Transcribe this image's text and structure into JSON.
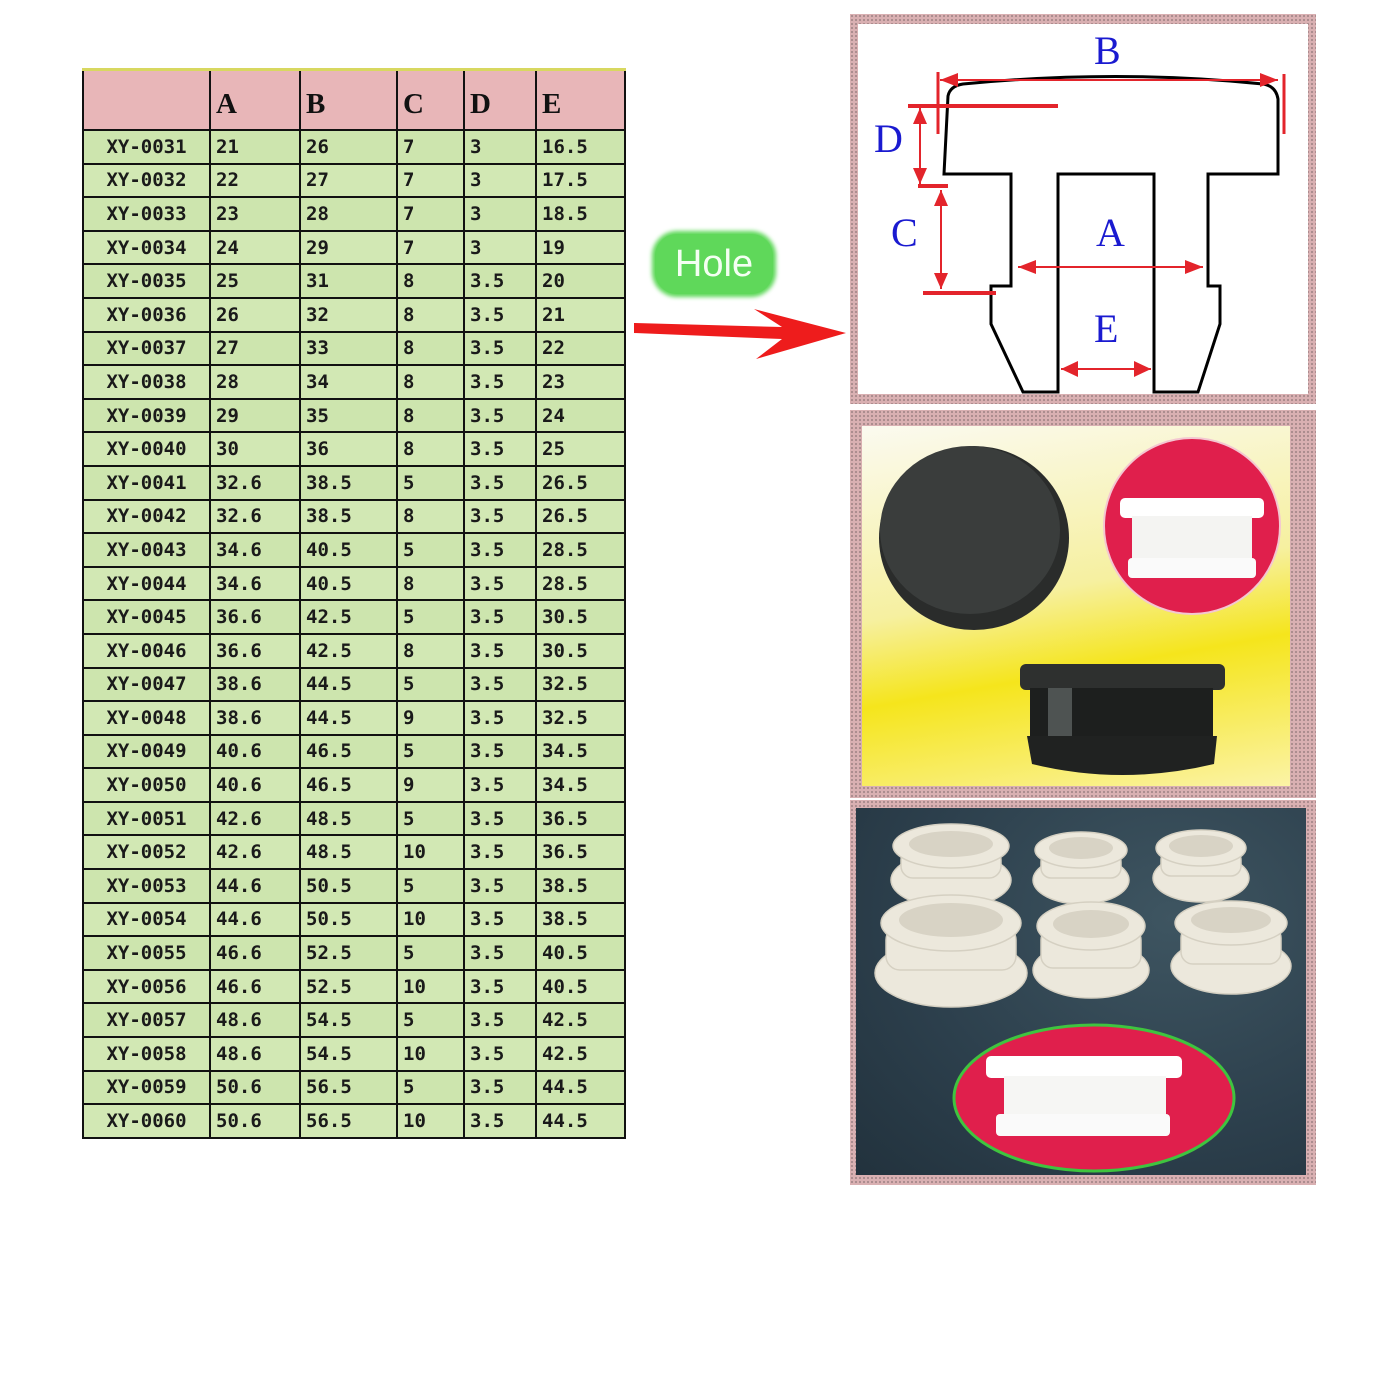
{
  "table": {
    "headers": [
      "",
      "A",
      "B",
      "C",
      "D",
      "E"
    ],
    "rows": [
      [
        "XY-0031",
        "21",
        "26",
        "7",
        "3",
        "16.5"
      ],
      [
        "XY-0032",
        "22",
        "27",
        "7",
        "3",
        "17.5"
      ],
      [
        "XY-0033",
        "23",
        "28",
        "7",
        "3",
        "18.5"
      ],
      [
        "XY-0034",
        "24",
        "29",
        "7",
        "3",
        "19"
      ],
      [
        "XY-0035",
        "25",
        "31",
        "8",
        "3.5",
        "20"
      ],
      [
        "XY-0036",
        "26",
        "32",
        "8",
        "3.5",
        "21"
      ],
      [
        "XY-0037",
        "27",
        "33",
        "8",
        "3.5",
        "22"
      ],
      [
        "XY-0038",
        "28",
        "34",
        "8",
        "3.5",
        "23"
      ],
      [
        "XY-0039",
        "29",
        "35",
        "8",
        "3.5",
        "24"
      ],
      [
        "XY-0040",
        "30",
        "36",
        "8",
        "3.5",
        "25"
      ],
      [
        "XY-0041",
        "32.6",
        "38.5",
        "5",
        "3.5",
        "26.5"
      ],
      [
        "XY-0042",
        "32.6",
        "38.5",
        "8",
        "3.5",
        "26.5"
      ],
      [
        "XY-0043",
        "34.6",
        "40.5",
        "5",
        "3.5",
        "28.5"
      ],
      [
        "XY-0044",
        "34.6",
        "40.5",
        "8",
        "3.5",
        "28.5"
      ],
      [
        "XY-0045",
        "36.6",
        "42.5",
        "5",
        "3.5",
        "30.5"
      ],
      [
        "XY-0046",
        "36.6",
        "42.5",
        "8",
        "3.5",
        "30.5"
      ],
      [
        "XY-0047",
        "38.6",
        "44.5",
        "5",
        "3.5",
        "32.5"
      ],
      [
        "XY-0048",
        "38.6",
        "44.5",
        "9",
        "3.5",
        "32.5"
      ],
      [
        "XY-0049",
        "40.6",
        "46.5",
        "5",
        "3.5",
        "34.5"
      ],
      [
        "XY-0050",
        "40.6",
        "46.5",
        "9",
        "3.5",
        "34.5"
      ],
      [
        "XY-0051",
        "42.6",
        "48.5",
        "5",
        "3.5",
        "36.5"
      ],
      [
        "XY-0052",
        "42.6",
        "48.5",
        "10",
        "3.5",
        "36.5"
      ],
      [
        "XY-0053",
        "44.6",
        "50.5",
        "5",
        "3.5",
        "38.5"
      ],
      [
        "XY-0054",
        "44.6",
        "50.5",
        "10",
        "3.5",
        "38.5"
      ],
      [
        "XY-0055",
        "46.6",
        "52.5",
        "5",
        "3.5",
        "40.5"
      ],
      [
        "XY-0056",
        "46.6",
        "52.5",
        "10",
        "3.5",
        "40.5"
      ],
      [
        "XY-0057",
        "48.6",
        "54.5",
        "5",
        "3.5",
        "42.5"
      ],
      [
        "XY-0058",
        "48.6",
        "54.5",
        "10",
        "3.5",
        "42.5"
      ],
      [
        "XY-0059",
        "50.6",
        "56.5",
        "5",
        "3.5",
        "44.5"
      ],
      [
        "XY-0060",
        "50.6",
        "56.5",
        "10",
        "3.5",
        "44.5"
      ]
    ]
  },
  "callout": {
    "label": "Hole",
    "arrow_icon": "right-arrow-icon"
  },
  "diagram": {
    "labels": {
      "A": "A",
      "B": "B",
      "C": "C",
      "D": "D",
      "E": "E"
    }
  },
  "colors": {
    "header_bg": "#e8b6b8",
    "row_bg": "#cfe6b0",
    "dimension_red": "#e3242b",
    "dimension_label_blue": "#1a1ad0",
    "hole_badge_green": "#5fd85a",
    "frame_pink": "#d9b0b2"
  }
}
